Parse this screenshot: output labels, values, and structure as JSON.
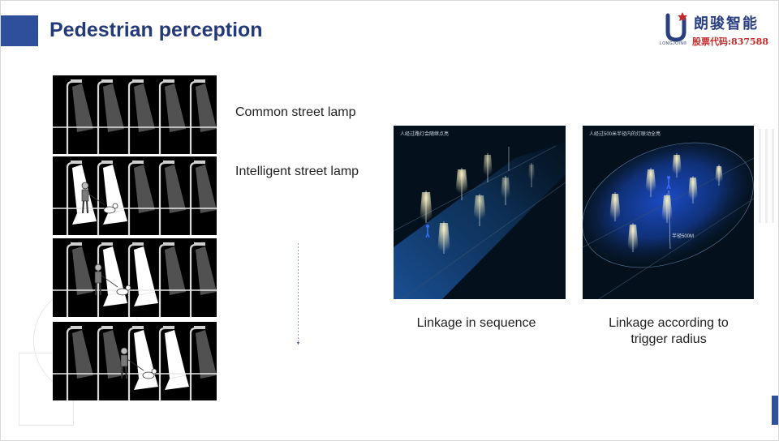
{
  "slide": {
    "title": "Pedestrian perception",
    "accent_color": "#2f4f9c",
    "title_color": "#243a78"
  },
  "logo": {
    "brand_name": "朗骏智能",
    "stock_code": "股票代码:837588",
    "sub_text": "LONGJOIN®",
    "icon": "longjoin-logo-icon"
  },
  "labels": {
    "common": "Common street lamp",
    "intelligent": "Intelligent street lamp"
  },
  "demos": [
    {
      "caption": "Linkage in sequence",
      "overlay_text": "人经过路灯会随继点亮"
    },
    {
      "caption": "Linkage according to trigger radius",
      "overlay_text": "人经过500米半径内的灯联动全亮",
      "radius_label": "半径500M"
    }
  ],
  "panels": [
    {
      "name": "all-dim",
      "lit_count": 0
    },
    {
      "name": "pedestrian-left",
      "lit_count": 2
    },
    {
      "name": "pedestrian-middle",
      "lit_count": 2
    },
    {
      "name": "pedestrian-right",
      "lit_count": 2
    }
  ]
}
